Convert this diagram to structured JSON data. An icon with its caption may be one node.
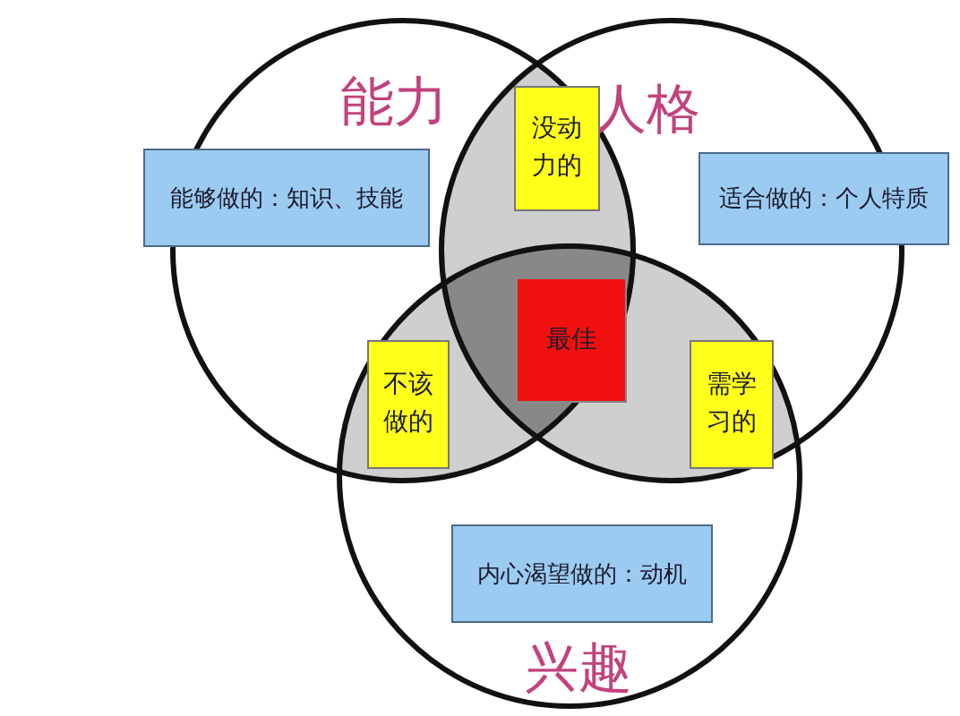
{
  "diagram": {
    "nodes": [
      {
        "text": [
          "能力"
        ]
      },
      {
        "text": [
          "人格"
        ]
      },
      {
        "text": [
          "兴趣"
        ]
      },
      {
        "text": [
          "能够做的：知识、技能"
        ]
      },
      {
        "text": [
          "适合做的：个人特质"
        ]
      },
      {
        "text": [
          "内心渴望做的：动机"
        ],
        "in": 2
      },
      {
        "text": [
          "没动力的"
        ]
      },
      {
        "text": [
          "不该做的"
        ]
      },
      {
        "text": [
          "需学习的"
        ]
      },
      {
        "text": [
          "最佳"
        ]
      }
    ],
    "edges": []
  }
}
